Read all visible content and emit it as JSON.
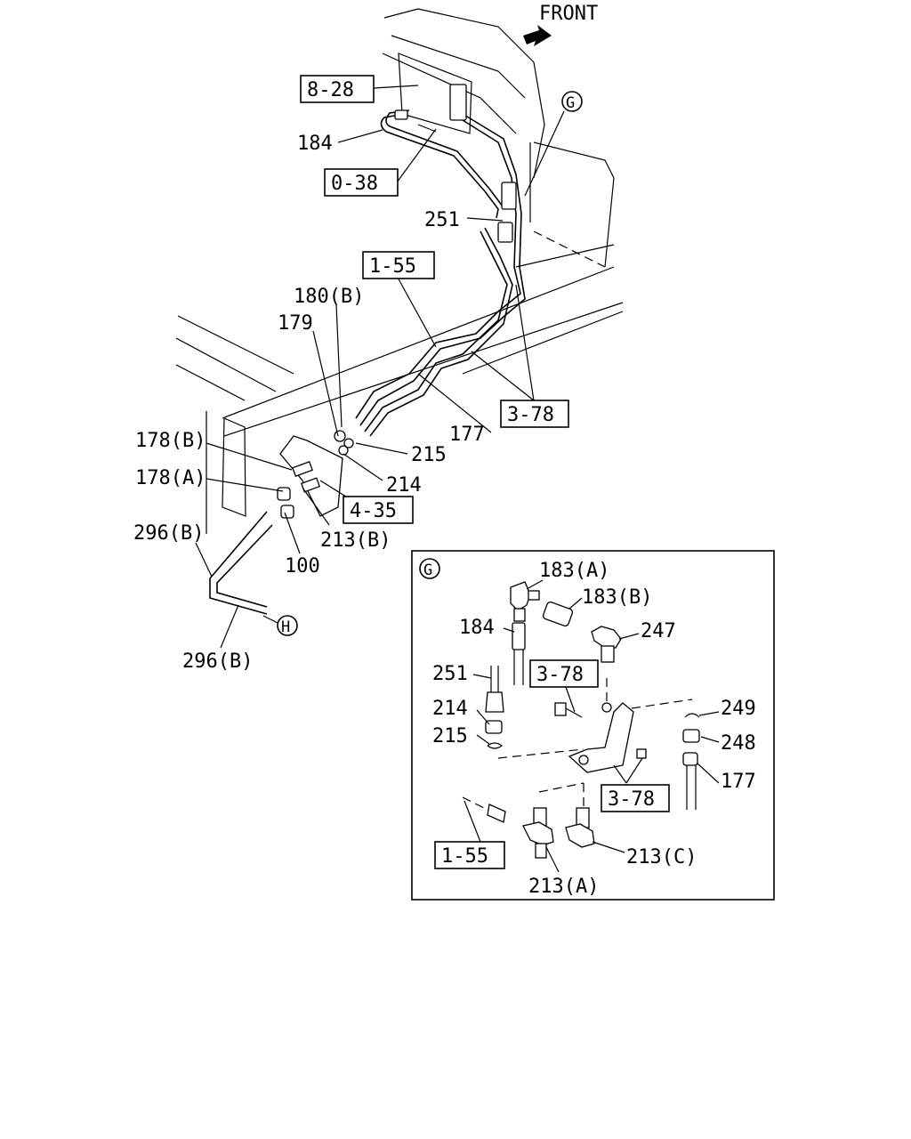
{
  "front_label": "FRONT",
  "callout_G": "G",
  "callout_H": "H",
  "refs": {
    "r8_28": "8-28",
    "r0_38": "0-38",
    "r1_55": "1-55",
    "r3_78": "3-78",
    "r4_35": "4-35"
  },
  "parts": {
    "p184": "184",
    "p251": "251",
    "p180B": "180(B)",
    "p179": "179",
    "p177": "177",
    "p215": "215",
    "p214": "214",
    "p178B": "178(B)",
    "p178A": "178(A)",
    "p213B": "213(B)",
    "p296B": "296(B)",
    "p100": "100"
  },
  "detail": {
    "p183A": "183(A)",
    "p183B": "183(B)",
    "p184": "184",
    "p247": "247",
    "p251": "251",
    "p214": "214",
    "p215": "215",
    "p249": "249",
    "p248": "248",
    "p177": "177",
    "r3_78a": "3-78",
    "r3_78b": "3-78",
    "r1_55": "1-55",
    "p213C": "213(C)",
    "p213A": "213(A)"
  }
}
